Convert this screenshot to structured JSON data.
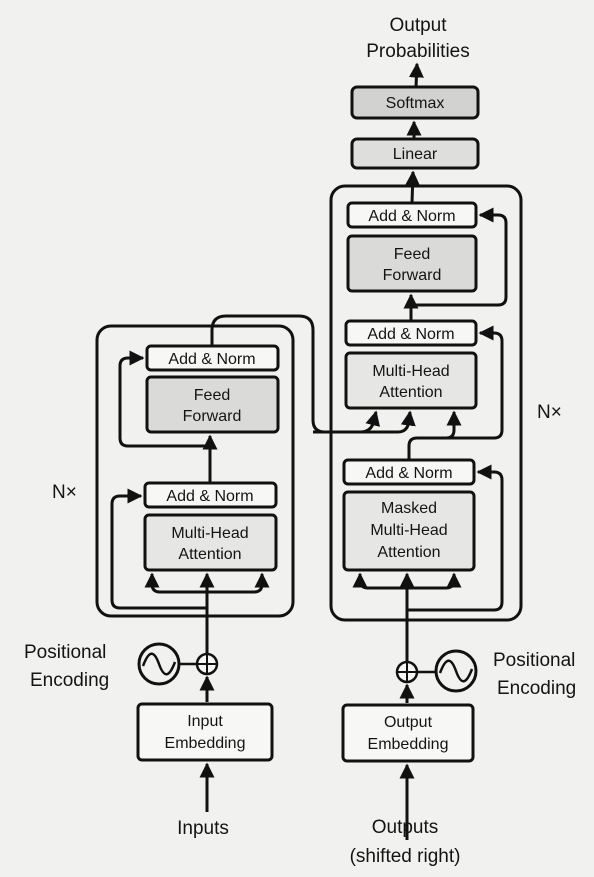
{
  "title_top": {
    "line1": "Output",
    "line2": "Probabilities"
  },
  "decoder_head": {
    "softmax": "Softmax",
    "linear": "Linear"
  },
  "encoder": {
    "add_norm": "Add & Norm",
    "ff_line1": "Feed",
    "ff_line2": "Forward",
    "mha_line1": "Multi-Head",
    "mha_line2": "Attention",
    "repeat": "N×"
  },
  "decoder": {
    "add_norm": "Add & Norm",
    "ff_line1": "Feed",
    "ff_line2": "Forward",
    "mha_line1": "Multi-Head",
    "mha_line2": "Attention",
    "masked_line1": "Masked",
    "masked_line2": "Multi-Head",
    "masked_line3": "Attention",
    "repeat": "N×"
  },
  "positional_encoding": {
    "left_line1": "Positional",
    "left_line2": "Encoding",
    "right_line1": "Positional",
    "right_line2": "Encoding"
  },
  "embeddings": {
    "input_line1": "Input",
    "input_line2": "Embedding",
    "output_line1": "Output",
    "output_line2": "Embedding"
  },
  "bottom": {
    "inputs": "Inputs",
    "outputs_line1": "Outputs",
    "outputs_line2": "(shifted right)"
  }
}
